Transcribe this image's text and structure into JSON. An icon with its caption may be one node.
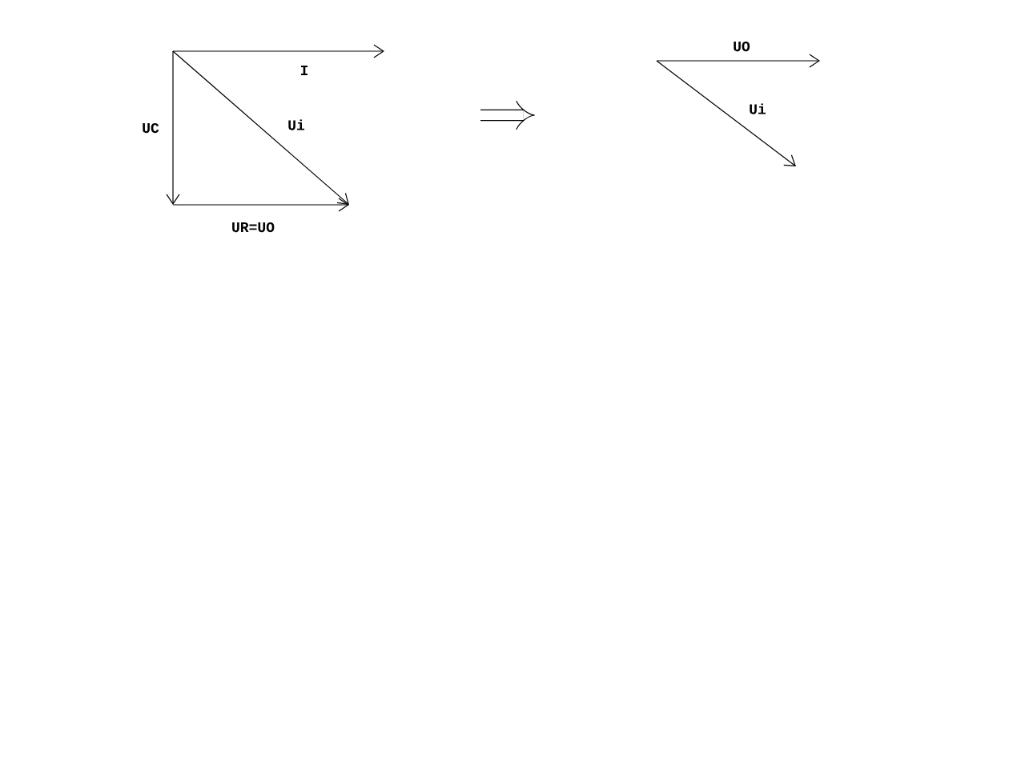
{
  "diagram": {
    "labels": [
      "I",
      "UC",
      "Ui",
      "UR=UO",
      "UO",
      "Ui"
    ]
  }
}
